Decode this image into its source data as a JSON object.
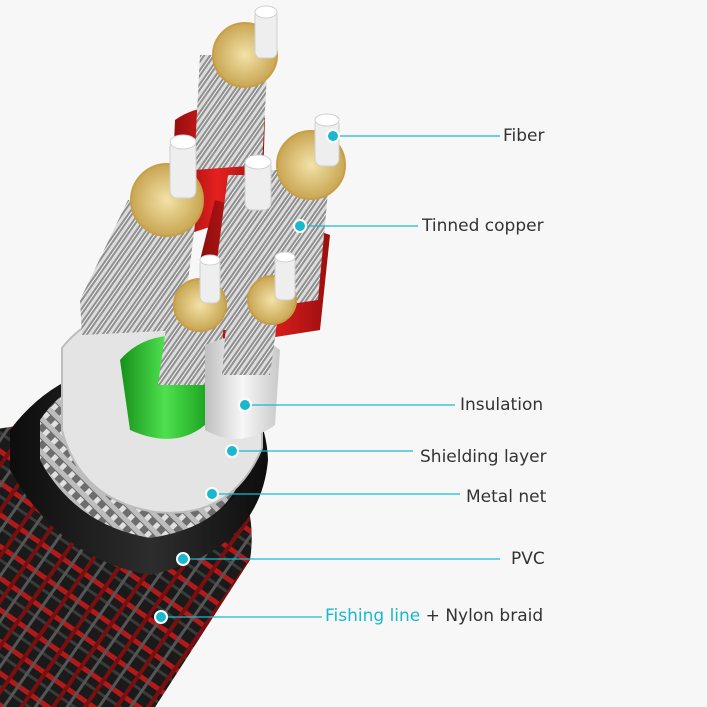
{
  "colors": {
    "accent": "#19b8d0",
    "text": "#333333",
    "background": "#f7f7f7",
    "red_insulation": "#d81818",
    "green_insulation": "#2ec52e",
    "white_insulation": "#e6e6e6"
  },
  "labels": {
    "fiber": "Fiber",
    "tinned_copper": "Tinned copper",
    "insulation": "Insulation",
    "shielding_layer": "Shielding layer",
    "metal_net": "Metal net",
    "pvc": "PVC",
    "fishing_line": "Fishing line",
    "plus": " + ",
    "nylon_braid": "Nylon braid"
  }
}
